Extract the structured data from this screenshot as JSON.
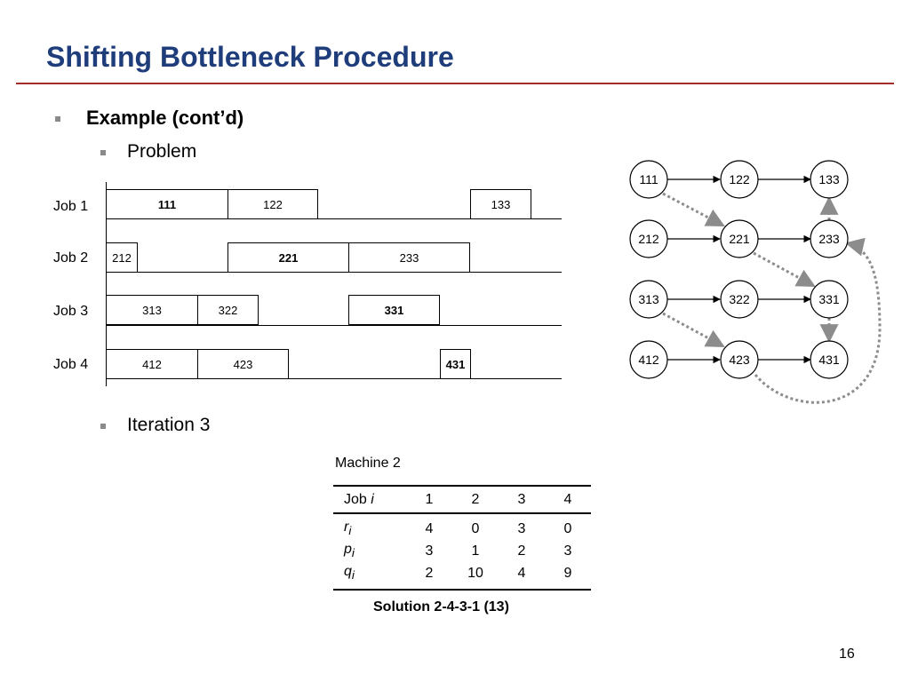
{
  "slide": {
    "title": "Shifting Bottleneck Procedure",
    "bullet1": "Example (cont’d)",
    "bullet2": "Problem",
    "bullet3": "Iteration 3",
    "page_number": "16",
    "accent_color": "#1f3d7a",
    "rule_color": "#a52a2a"
  },
  "gantt": {
    "jobs": [
      {
        "label": "Job 1",
        "ops": [
          "111",
          "122",
          "133"
        ]
      },
      {
        "label": "Job 2",
        "ops": [
          "212",
          "221",
          "233"
        ]
      },
      {
        "label": "Job 3",
        "ops": [
          "313",
          "322",
          "331"
        ]
      },
      {
        "label": "Job 4",
        "ops": [
          "412",
          "423",
          "431"
        ]
      }
    ]
  },
  "graph": {
    "nodes": [
      "111",
      "122",
      "133",
      "212",
      "221",
      "233",
      "313",
      "322",
      "331",
      "412",
      "423",
      "431"
    ]
  },
  "table": {
    "caption": "Machine 2",
    "header": {
      "job": "Job",
      "job_italic": "i",
      "cols": [
        "1",
        "2",
        "3",
        "4"
      ]
    },
    "rows": [
      {
        "sym": "r",
        "sub": "i",
        "values": [
          "4",
          "0",
          "3",
          "0"
        ]
      },
      {
        "sym": "p",
        "sub": "i",
        "values": [
          "3",
          "1",
          "2",
          "3"
        ]
      },
      {
        "sym": "q",
        "sub": "i",
        "values": [
          "2",
          "10",
          "4",
          "9"
        ]
      }
    ],
    "solution": "Solution 2-4-3-1 (13)"
  }
}
